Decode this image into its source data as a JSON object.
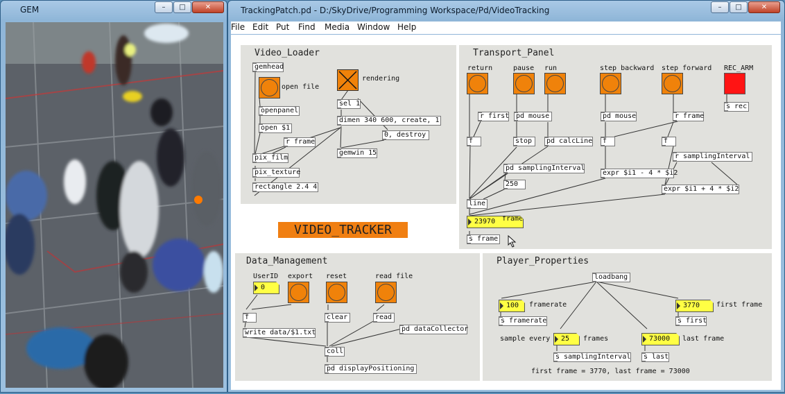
{
  "gem_window": {
    "title": "GEM",
    "controls": [
      "–",
      "□",
      "✕"
    ]
  },
  "pd_window": {
    "title": "TrackingPatch.pd  -  D:/SkyDrive/Programming Workspace/Pd/VideoTracking",
    "controls": [
      "–",
      "□",
      "✕"
    ],
    "menu": [
      "File",
      "Edit",
      "Put",
      "Find",
      "Media",
      "Window",
      "Help"
    ]
  },
  "video_loader": {
    "title": "Video_Loader",
    "gemhead": "gemhead",
    "open_file_label": "open file",
    "openpanel": "openpanel",
    "open": "open $1",
    "r_frame": "r frame",
    "pix_film": "pix_film",
    "pix_texture": "pix_texture",
    "rectangle": "rectangle 2.4 4",
    "rendering_label": "rendering",
    "sel": "sel 1",
    "dimen": "dimen 340 600, create, 1",
    "destroy": "0, destroy",
    "gemwin": "gemwin 15"
  },
  "banner": "VIDEO_TRACKER",
  "transport": {
    "title": "Transport_Panel",
    "return_label": "return",
    "pause_label": "pause",
    "run_label": "run",
    "step_backward_label": "step backward",
    "step_forward_label": "step forward",
    "rec_arm_label": "REC_ARM",
    "s_rec": "s rec",
    "r_first": "r first",
    "f": "f",
    "pd_mouse": "pd mouse",
    "stop": "stop",
    "pd_calcline": "pd calcLine",
    "pd_sampling": "pd samplingInterval",
    "n250": "250",
    "line": "line",
    "r_frame": "r frame",
    "r_sampling": "r samplingInterval",
    "expr_back": "expr $i1 - 4 * $i2",
    "expr_fwd": "expr $i1 + 4 * $i2",
    "frame_value": "23970",
    "frame_label": "frame",
    "s_frame": "s frame"
  },
  "data_management": {
    "title": "Data_Management",
    "userid_label": "UserID",
    "userid_value": "0",
    "export_label": "export",
    "reset_label": "reset",
    "read_file_label": "read file",
    "f": "f",
    "clear": "clear",
    "read": "read",
    "write": "write data/$1.txt",
    "pd_datacollector": "pd dataCollector",
    "coll": "coll",
    "pd_display": "pd displayPositioning"
  },
  "player_properties": {
    "title": "Player_Properties",
    "loadbang": "loadbang",
    "framerate_value": "100",
    "framerate_label": "framerate",
    "s_framerate": "s framerate",
    "first_value": "3770",
    "first_label": "first frame",
    "s_first": "s first",
    "sample_every_label": "sample every",
    "sampling_value": "25",
    "frames_label": "frames",
    "s_sampling": "s samplingInterval",
    "last_value": "73000",
    "last_label": "last frame",
    "s_last": "s last",
    "summary": "first frame = 3770, last frame = 73000"
  },
  "colors": {
    "bang": "#f0820a",
    "number_box": "#ffff44",
    "rec_arm": "#ff1414",
    "tracker_dot": "#ff7a00",
    "panel_bg": "#e1e1dd"
  }
}
